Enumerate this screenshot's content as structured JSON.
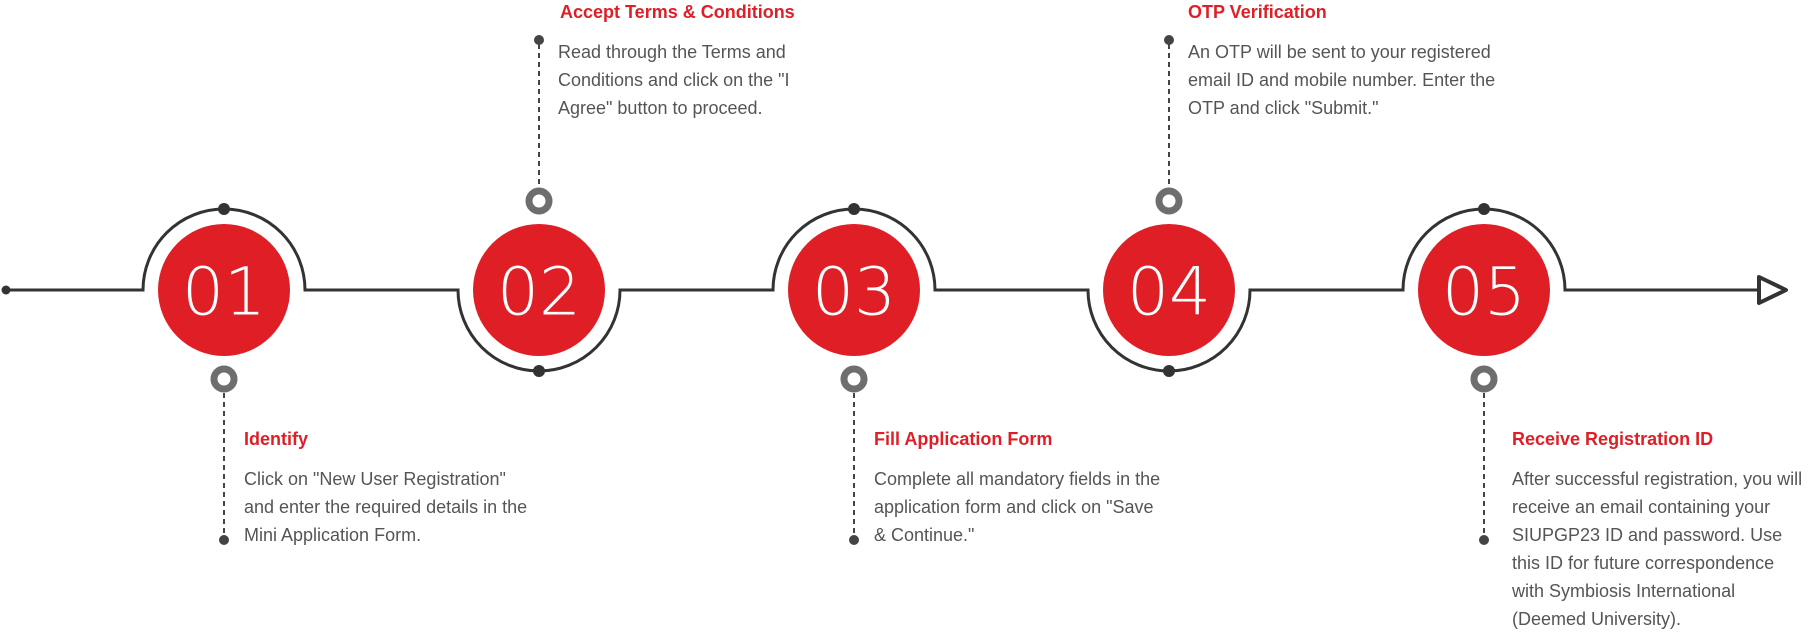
{
  "colors": {
    "accent": "#e01e26",
    "line": "#333333",
    "ring": "#6e6e6e",
    "text": "#555555"
  },
  "steps": [
    {
      "number": "01",
      "title": "Identify",
      "description": "Click on \"New User Registration\" and enter the required details in the Mini Application Form."
    },
    {
      "number": "02",
      "title": "Accept Terms & Conditions",
      "description": "Read through the Terms and Conditions and click on the \"I Agree\" button to proceed."
    },
    {
      "number": "03",
      "title": "Fill Application Form",
      "description": "Complete all mandatory fields in the application form and click on \"Save & Continue.\""
    },
    {
      "number": "04",
      "title": "OTP Verification",
      "description": "An OTP will be sent to your registered email ID and mobile number. Enter the OTP and click \"Submit.\""
    },
    {
      "number": "05",
      "title": "Receive Registration ID",
      "description": "After successful registration, you will receive an email containing your SIUPGP23 ID and password. Use this ID for future correspondence with Symbiosis International (Deemed University)."
    }
  ]
}
